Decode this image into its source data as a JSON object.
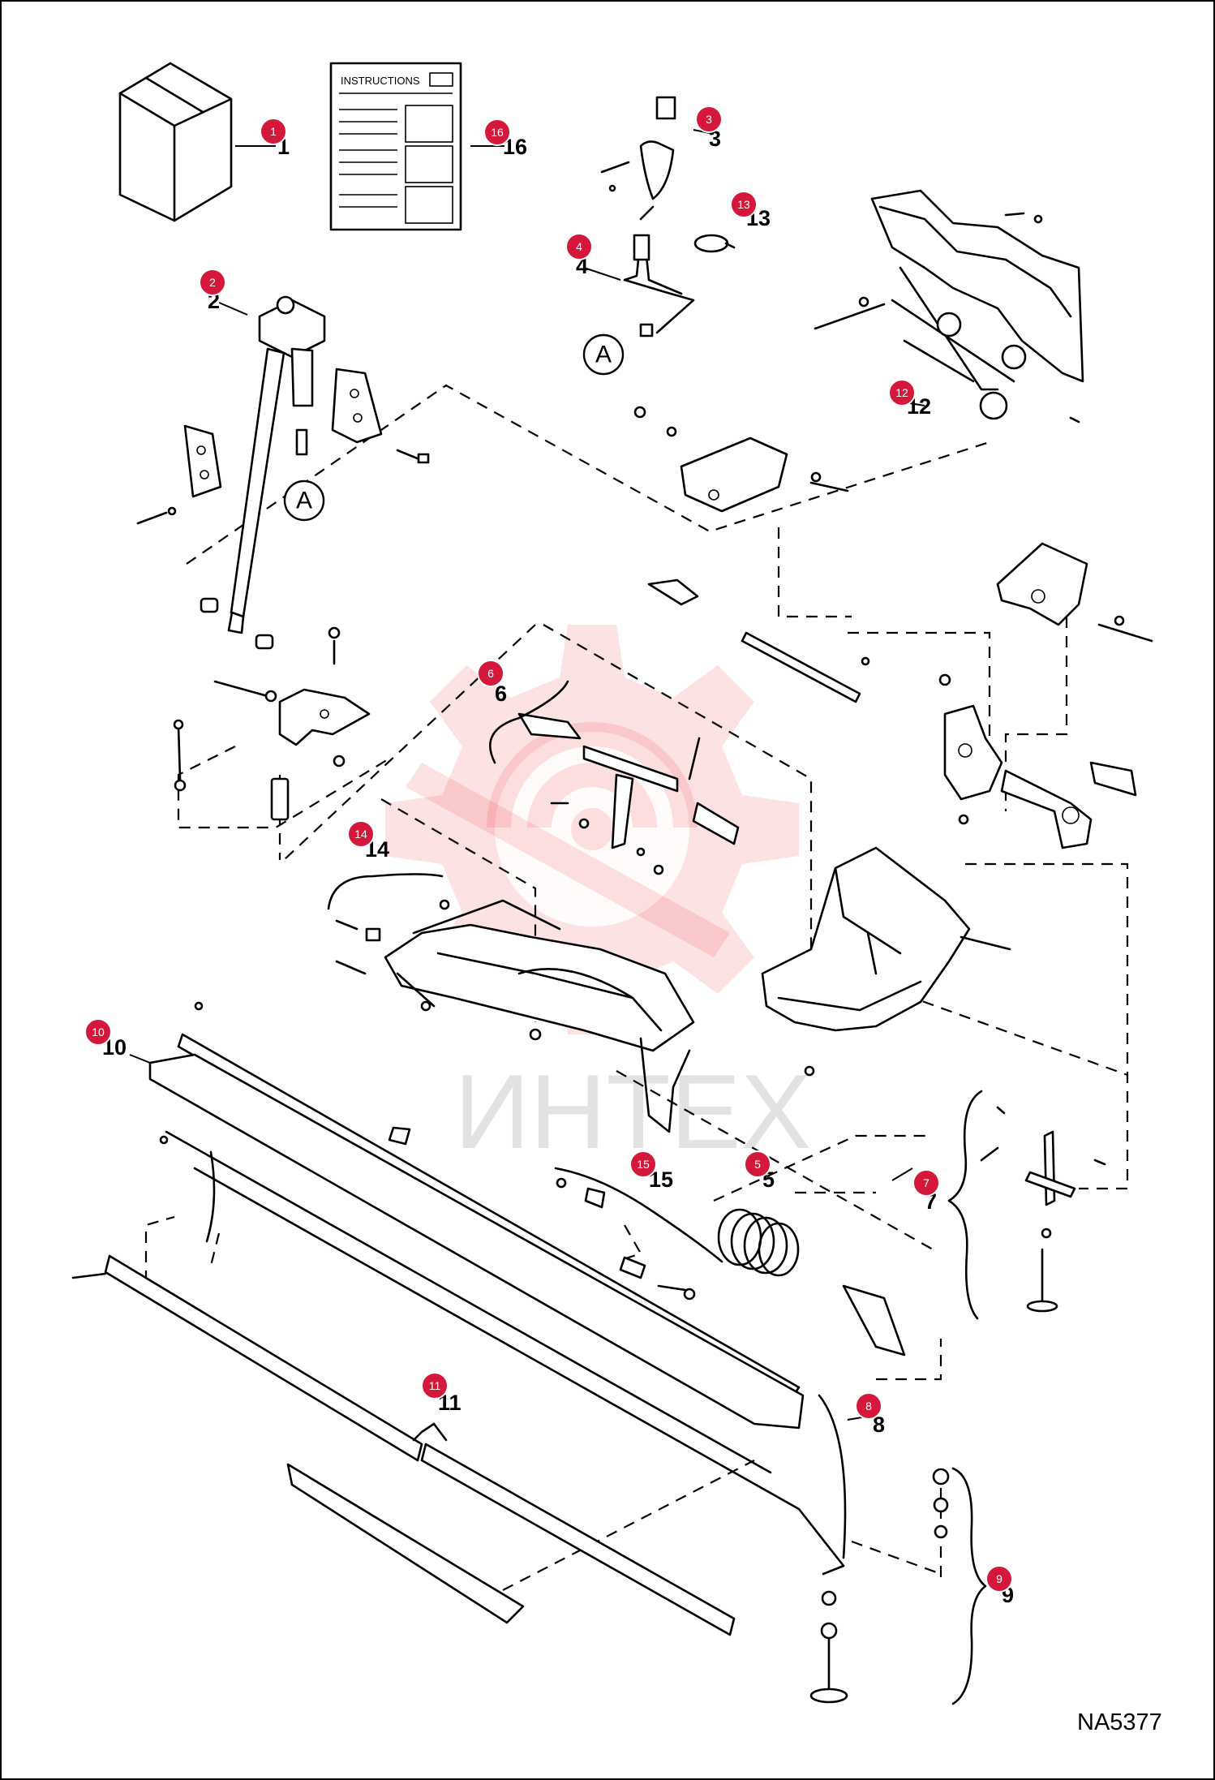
{
  "drawing_code": "NA5377",
  "watermark_text": "ИНТЕХ",
  "instructions_label": "INSTRUCTIONS",
  "reference_callout": "A",
  "badge_color": "#d4183b",
  "parts": [
    {
      "id": "1",
      "label": "1"
    },
    {
      "id": "2",
      "label": "2"
    },
    {
      "id": "3",
      "label": "3"
    },
    {
      "id": "4",
      "label": "4"
    },
    {
      "id": "5",
      "label": "5"
    },
    {
      "id": "6",
      "label": "6"
    },
    {
      "id": "7",
      "label": "7"
    },
    {
      "id": "8",
      "label": "8"
    },
    {
      "id": "9",
      "label": "9"
    },
    {
      "id": "10",
      "label": "10"
    },
    {
      "id": "11",
      "label": "11"
    },
    {
      "id": "12",
      "label": "12"
    },
    {
      "id": "13",
      "label": "13"
    },
    {
      "id": "14",
      "label": "14"
    },
    {
      "id": "15",
      "label": "15"
    },
    {
      "id": "16",
      "label": "16"
    }
  ]
}
